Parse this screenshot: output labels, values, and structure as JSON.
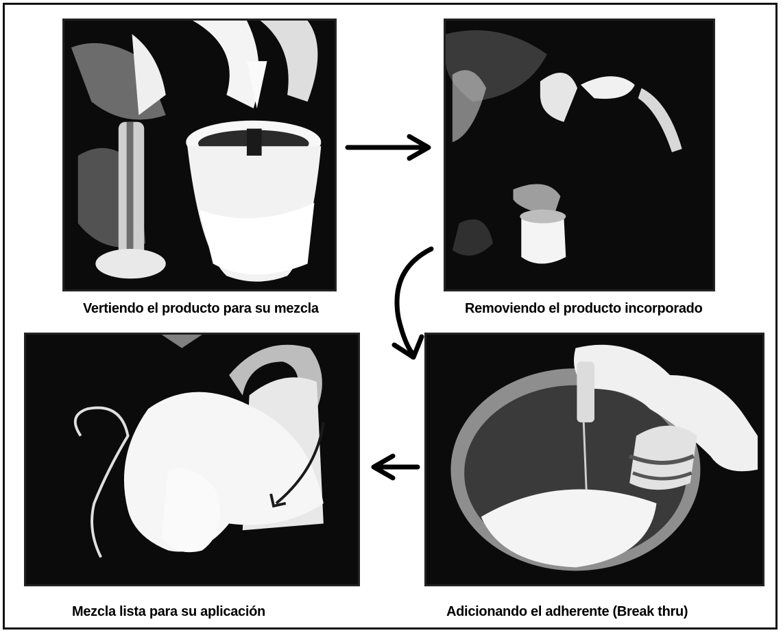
{
  "steps": [
    {
      "id": "step1",
      "caption": "Vertiendo el producto para su mezcla"
    },
    {
      "id": "step2",
      "caption": "Removiendo el producto incorporado"
    },
    {
      "id": "step3",
      "caption": "Adicionando el adherente (Break thru)"
    },
    {
      "id": "step4",
      "caption": "Mezcla lista para su aplicación"
    }
  ],
  "colors": {
    "photo_background": "#0b0b0b",
    "ink": "#000000",
    "paper": "#ffffff"
  }
}
